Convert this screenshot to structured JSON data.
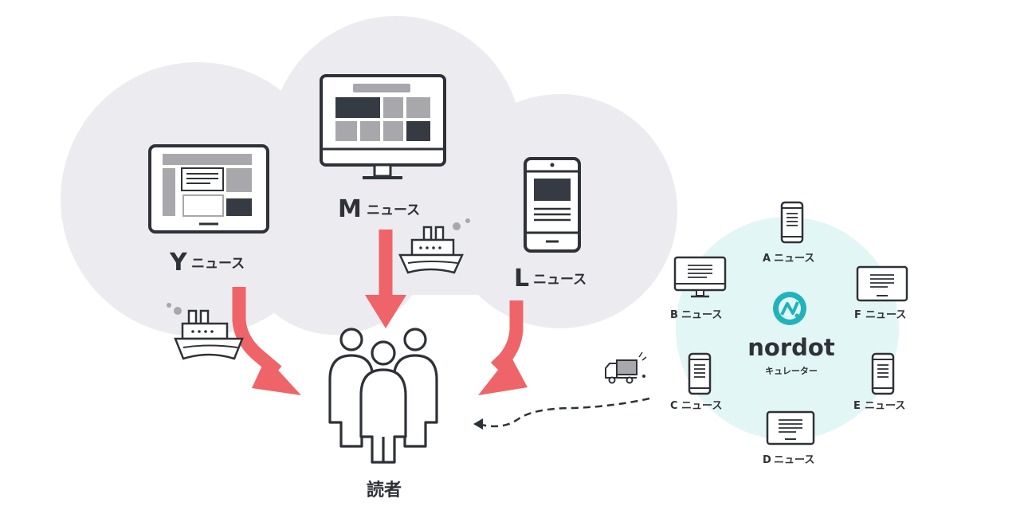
{
  "media": {
    "y": {
      "letter": "Y",
      "suffix": "ニュース"
    },
    "m": {
      "letter": "M",
      "suffix": "ニュース"
    },
    "l": {
      "letter": "L",
      "suffix": "ニュース"
    }
  },
  "readers": {
    "label": "読者"
  },
  "nordot": {
    "logo_text": "nordot",
    "subtitle": "キュレーター",
    "partners": [
      {
        "letter": "A",
        "suffix": "ニュース"
      },
      {
        "letter": "B",
        "suffix": "ニュース"
      },
      {
        "letter": "C",
        "suffix": "ニュース"
      },
      {
        "letter": "D",
        "suffix": "ニュース"
      },
      {
        "letter": "E",
        "suffix": "ニュース"
      },
      {
        "letter": "F",
        "suffix": "ニュース"
      }
    ]
  },
  "colors": {
    "cloud": "#ececf0",
    "nordot_circle": "#e3f6f6",
    "arrow": "#ef6468",
    "line": "#2e3238",
    "dark_block": "#353a43",
    "gray_block": "#a8a8ac",
    "teal": "#20b4ba"
  }
}
